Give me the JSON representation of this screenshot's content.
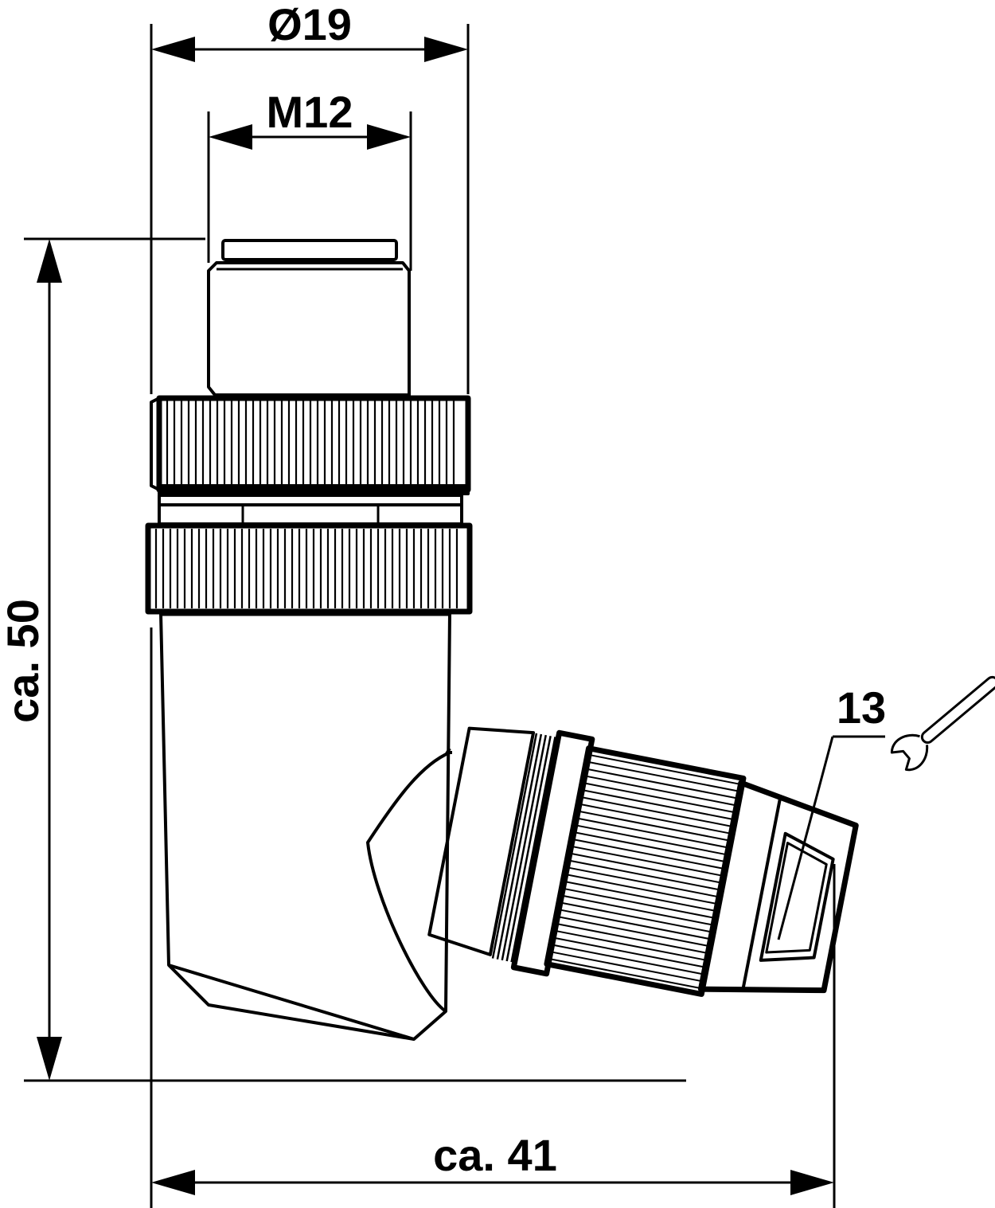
{
  "dimensions": {
    "outer_diameter": "Ø19",
    "thread": "M12",
    "height": "ca. 50",
    "width": "ca. 41",
    "wrench_size": "13"
  },
  "icons": {
    "wrench": "wrench-icon"
  }
}
